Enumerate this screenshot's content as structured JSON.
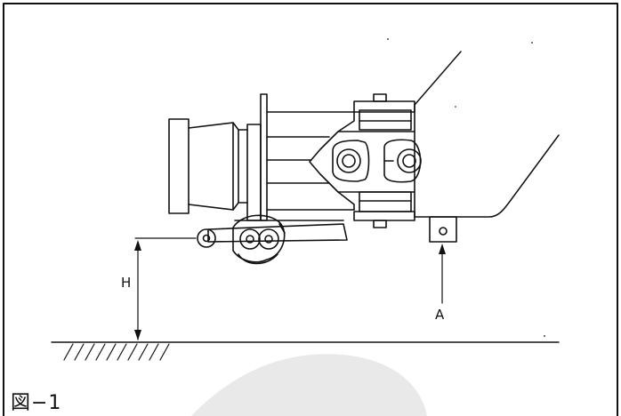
{
  "figure": {
    "caption": "図−1",
    "label_h": "H",
    "label_a": "A"
  },
  "colors": {
    "line": "#111111",
    "background": "#ffffff",
    "watermark": "#e9e9e9"
  }
}
